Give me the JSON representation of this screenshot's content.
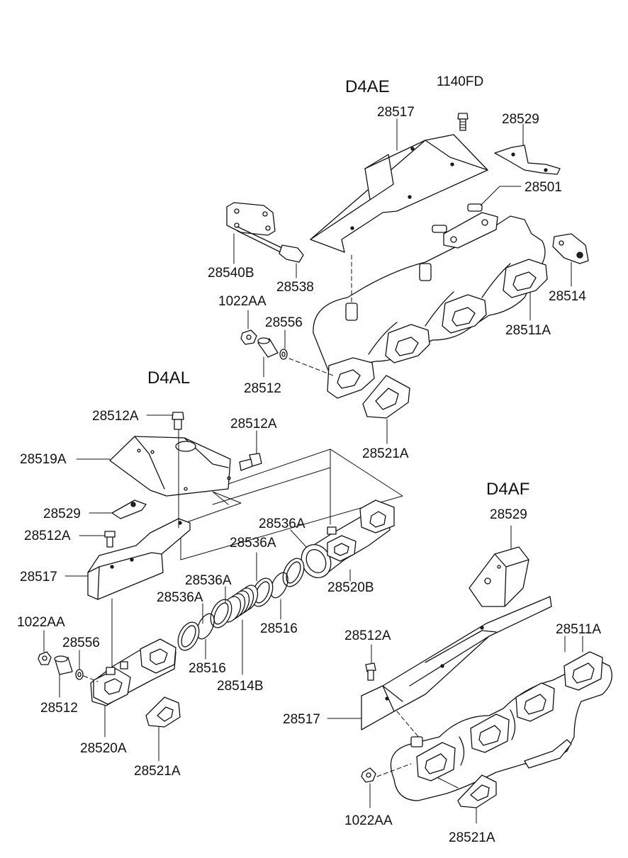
{
  "groups": {
    "d4ae": "D4AE",
    "d4al": "D4AL",
    "d4af": "D4AF"
  },
  "d4ae_labels": {
    "p1140fd": "1140FD",
    "p28517": "28517",
    "p28529": "28529",
    "p28501": "28501",
    "p28540b": "28540B",
    "p28538": "28538",
    "p28514": "28514",
    "p1022aa": "1022AA",
    "p28556": "28556",
    "p28511a": "28511A",
    "p28512": "28512",
    "p28521a": "28521A"
  },
  "d4al_labels": {
    "p28512a_1": "28512A",
    "p28512a_2": "28512A",
    "p28519a": "28519A",
    "p28529": "28529",
    "p28512a_3": "28512A",
    "p28536a_1": "28536A",
    "p28536a_2": "28536A",
    "p28517": "28517",
    "p28536a_3": "28536A",
    "p28536a_4": "28536A",
    "p28520b": "28520B",
    "p1022aa": "1022AA",
    "p28556": "28556",
    "p28516_1": "28516",
    "p28516_2": "28516",
    "p28514b": "28514B",
    "p28512": "28512",
    "p28520a": "28520A",
    "p28521a": "28521A"
  },
  "d4af_labels": {
    "p28529": "28529",
    "p28512a": "28512A",
    "p28511a": "28511A",
    "p28517": "28517",
    "p1022aa": "1022AA",
    "p28521a": "28521A"
  }
}
